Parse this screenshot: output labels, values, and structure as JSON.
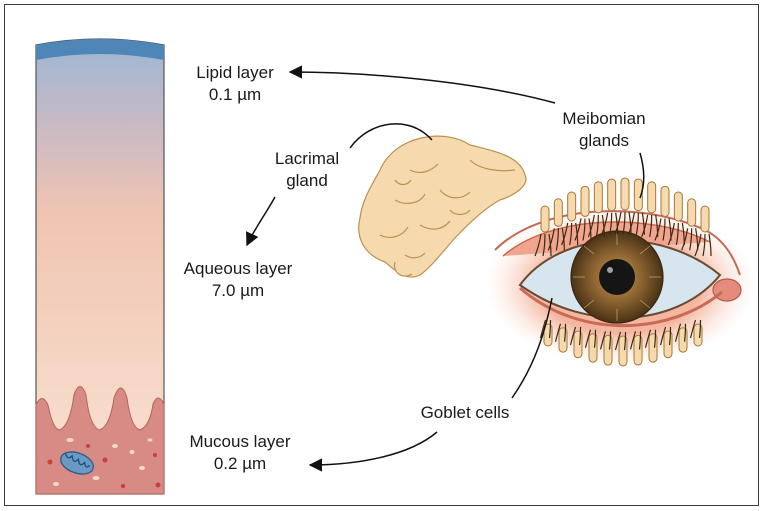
{
  "labels": {
    "lipid": {
      "name": "Lipid layer",
      "value": "0.1 µm"
    },
    "aqueous": {
      "name": "Aqueous layer",
      "value": "7.0 µm"
    },
    "mucous": {
      "name": "Mucous layer",
      "value": "0.2 µm"
    },
    "lacrimal": {
      "line1": "Lacrimal",
      "line2": "gland"
    },
    "meibomian": {
      "line1": "Meibomian",
      "line2": "glands"
    },
    "goblet": "Goblet cells"
  },
  "colors": {
    "lipid_top": "#4f86b8",
    "aqueous_mid": "#f5cdb6",
    "mucous": "#cf7e79",
    "gland": "#f6d9ad",
    "iris": "#6b4a24",
    "sclera": "#c9dbe6",
    "lash": "#8a6420"
  }
}
